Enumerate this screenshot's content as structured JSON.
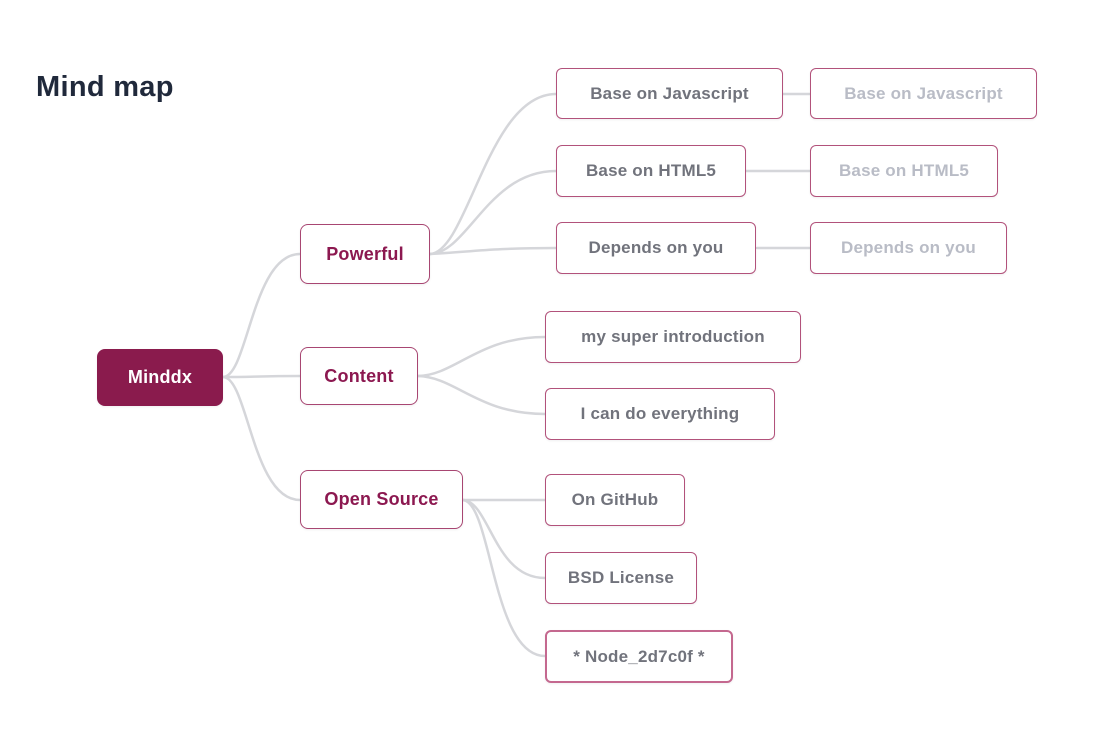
{
  "title": "Mind map",
  "colors": {
    "accent": "#8a1b4d",
    "branch_text": "#8c1850",
    "leaf_text": "#71737c",
    "ghost_text": "#b9bcc6",
    "node_border": "#b2527b",
    "highlight_border": "#c4688f",
    "connector": "#d5d6da",
    "title_text": "#20293b"
  },
  "mindmap": {
    "root": {
      "label": "Minddx"
    },
    "branches": [
      {
        "label": "Powerful",
        "children": [
          {
            "label": "Base on Javascript",
            "ghost": "Base on Javascript"
          },
          {
            "label": "Base on HTML5",
            "ghost": "Base on HTML5"
          },
          {
            "label": "Depends on you",
            "ghost": "Depends on you"
          }
        ]
      },
      {
        "label": "Content",
        "children": [
          {
            "label": "my super introduction"
          },
          {
            "label": "I can do everything"
          }
        ]
      },
      {
        "label": "Open Source",
        "children": [
          {
            "label": "On GitHub"
          },
          {
            "label": "BSD License"
          },
          {
            "label": "* Node_2d7c0f *",
            "highlighted": true
          }
        ]
      }
    ]
  }
}
